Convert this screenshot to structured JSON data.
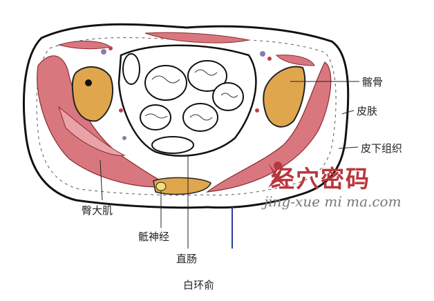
{
  "title": "白环俞 cross-section",
  "labels": {
    "ilium": "髂骨",
    "skin": "皮肤",
    "subcutaneous": "皮下组织",
    "gluteus_maximus": "臀大肌",
    "sacral_nerve": "骶神经",
    "rectum": "直肠",
    "acupoint": "白环俞"
  },
  "watermark": {
    "text": "经穴密码",
    "url": "jing-xue mi ma.com"
  },
  "colors": {
    "muscle": "#d9777f",
    "bone": "#e0a64e",
    "nerve": "#f2e07a",
    "watermark": "#b8373c",
    "needle": "#2a3f9c"
  }
}
